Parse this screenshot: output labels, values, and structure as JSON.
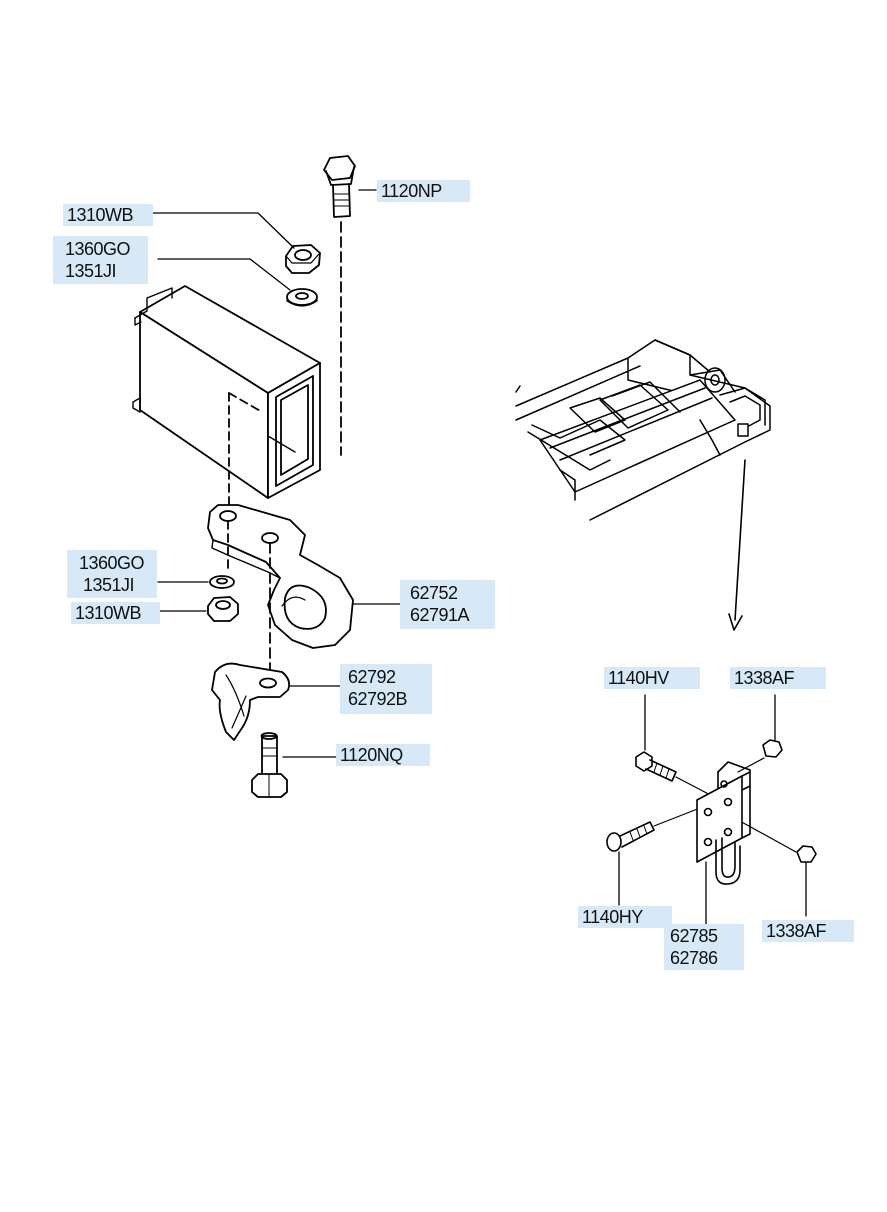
{
  "colors": {
    "label_background": "#d7e9f7",
    "line": "#000000",
    "background": "#ffffff"
  },
  "labels": {
    "bolt_top": "1120NP",
    "nut_top": "1310WB",
    "washer_top_1": "1360GO",
    "washer_top_2": "1351JI",
    "washer_lower_1": "1360GO",
    "washer_lower_2": "1351JI",
    "nut_lower": "1310WB",
    "hook_1": "62752",
    "hook_2": "62791A",
    "clip_1": "62792",
    "clip_2": "62792B",
    "bolt_bottom": "1120NQ",
    "bolt_right_top": "1140HV",
    "nut_right_top": "1338AF",
    "bolt_right_bottom": "1140HY",
    "bracket_1": "62785",
    "bracket_2": "62786",
    "nut_right_bottom": "1338AF"
  }
}
